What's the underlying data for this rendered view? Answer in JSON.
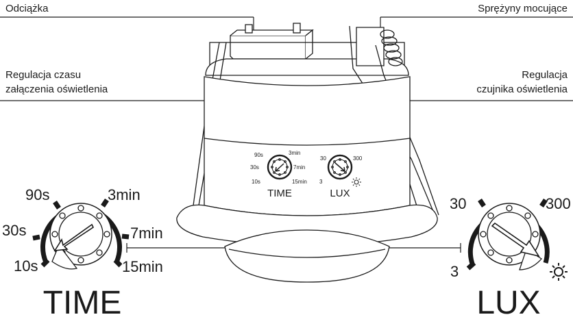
{
  "labels": {
    "odciazka": "Odciążka",
    "sprezyny": "Sprężyny mocujące",
    "time_reg_1": "Regulacja czasu",
    "time_reg_2": "załączenia oświetlenia",
    "lux_reg_1": "Regulacja",
    "lux_reg_2": "czujnika oświetlenia"
  },
  "time_dial": {
    "title": "TIME",
    "marks": [
      "10s",
      "30s",
      "90s",
      "3min",
      "7min",
      "15min"
    ]
  },
  "lux_dial": {
    "title": "LUX",
    "marks": [
      "3",
      "30",
      "300"
    ],
    "sun_icon": "sun-icon"
  },
  "device_time_dial": {
    "title": "TIME",
    "marks": [
      "10s",
      "30s",
      "90s",
      "3min",
      "7min",
      "15min"
    ]
  },
  "device_lux_dial": {
    "title": "LUX",
    "marks": [
      "3",
      "30",
      "300"
    ]
  },
  "colors": {
    "ink": "#1a1a1a",
    "background": "#ffffff"
  }
}
